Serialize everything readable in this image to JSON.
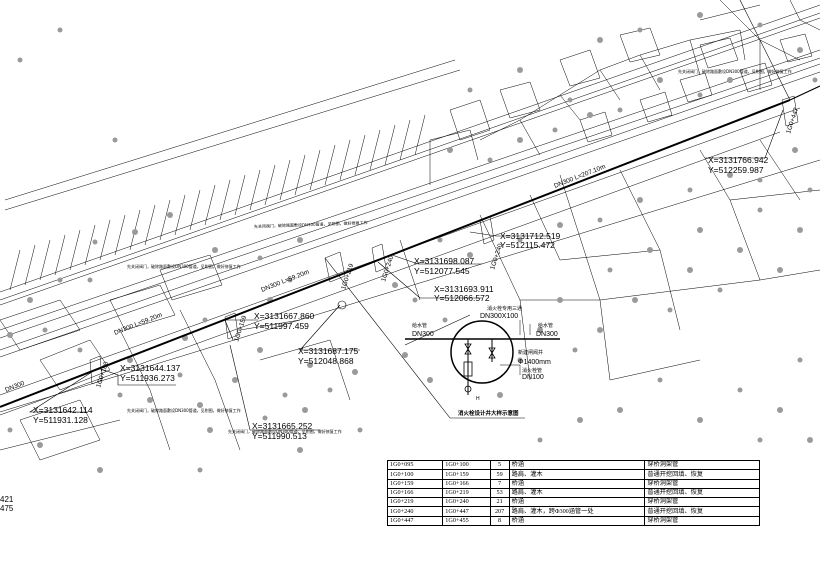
{
  "coords": [
    {
      "x": "X=3131642.114",
      "y": "Y=511931.128"
    },
    {
      "x": "X=3131644.137",
      "y": "Y=511936.273"
    },
    {
      "x": "X=3131665.252",
      "y": "Y=511990.513"
    },
    {
      "x": "X=3131667.860",
      "y": "Y=511997.459"
    },
    {
      "x": "X=3131687.175",
      "y": "Y=512048.868"
    },
    {
      "x": "X=3131693.911",
      "y": "Y=512066.572"
    },
    {
      "x": "X=3131698.087",
      "y": "Y=512077.545"
    },
    {
      "x": "X=3131712.519",
      "y": "Y=512115.472"
    },
    {
      "x": "X=3131766.942",
      "y": "Y=512259.987"
    }
  ],
  "chainages": [
    "1G0+100",
    "1G0+159",
    "1G0+166",
    "1G0+219",
    "1G0+240",
    "1G0+447",
    "1G0+095"
  ],
  "pipe_labels": [
    "DN300 L=58.70m",
    "DN300 L=207.10m",
    "DN300 L=59.20m",
    "DN300"
  ],
  "detail": {
    "title": "消火栓设计井大样示意图",
    "left_pipe": "DN300",
    "left_pipe_note": "给水管",
    "right_pipe": "DN300",
    "right_pipe_note": "给水管",
    "tee": "DN300X100",
    "tee_note": "消火栓专用三通",
    "well": "Φ1400mm",
    "well_note": "新建闸阀井",
    "branch": "DN100",
    "branch_note": "消火栓管"
  },
  "notes": [
    "先关闭阀门，破除路面敷设DN300管道，见附图，做好修复工作",
    "先关闭阀门，破除路面敷设DN300管道，见附图，做好修复工作",
    "先关闭阀门，破除路面敷设DN300管道，见附图，做好修复工作",
    "先关闭阀门，破除路面敷设DN300管道，见附图，做好修复工作",
    "先关闭阀门，破除路面敷设DN300管道，见附图，做好修复工作"
  ],
  "edge_text": [
    "421",
    "475"
  ],
  "table": [
    [
      "1G0+095",
      "1G0+100",
      "5",
      "桥涵",
      "穿桥洞架管"
    ],
    [
      "1G0+100",
      "1G0+159",
      "59",
      "路肩、灌木",
      "普通开挖回填、恢复"
    ],
    [
      "1G0+159",
      "1G0+166",
      "7",
      "桥涵",
      "穿桥洞架管"
    ],
    [
      "1G0+166",
      "1G0+219",
      "53",
      "路肩、灌木",
      "普通开挖回填、恢复"
    ],
    [
      "1G0+219",
      "1G0+240",
      "21",
      "桥涵",
      "穿桥洞架管"
    ],
    [
      "1G0+240",
      "1G0+447",
      "207",
      "路肩、灌木，跨Φ300涵管一处",
      "普通开挖回填、恢复"
    ],
    [
      "1G0+447",
      "1G0+455",
      "8",
      "桥涵",
      "穿桥洞架管"
    ]
  ],
  "colors": {
    "line": "#000000",
    "tree": "#9a9a9a",
    "bg": "#ffffff"
  }
}
